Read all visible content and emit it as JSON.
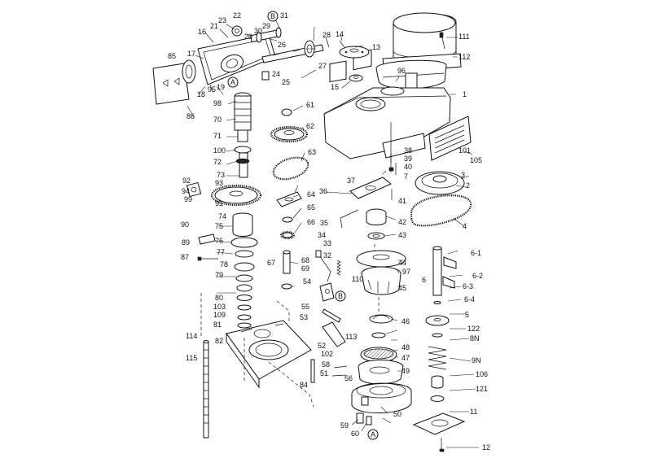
{
  "labels": [
    "1",
    "2",
    "3",
    "4",
    "5",
    "6",
    "6-1",
    "6-2",
    "6-3",
    "6-4",
    "7",
    "8N",
    "9N",
    "11",
    "12",
    "13",
    "14",
    "15",
    "16",
    "17",
    "18",
    "19",
    "20",
    "21",
    "22",
    "23",
    "24",
    "25",
    "26",
    "27",
    "28",
    "29",
    "30",
    "31",
    "32",
    "33",
    "34",
    "35",
    "36",
    "37",
    "38",
    "39",
    "40",
    "41",
    "42",
    "43",
    "44",
    "45",
    "46",
    "47",
    "48",
    "49",
    "50",
    "51",
    "52",
    "53",
    "54",
    "55",
    "56",
    "58",
    "59",
    "60",
    "61",
    "62",
    "63",
    "64",
    "65",
    "66",
    "67",
    "68",
    "69",
    "70",
    "71",
    "72",
    "73",
    "74",
    "75",
    "76",
    "77",
    "78",
    "79",
    "80",
    "81",
    "82",
    "84",
    "85",
    "86",
    "87",
    "89",
    "90",
    "91",
    "92",
    "93",
    "94",
    "95",
    "96",
    "97",
    "98",
    "99",
    "100",
    "101",
    "102",
    "103",
    "105",
    "106",
    "109",
    "110",
    "111",
    "112",
    "113",
    "114",
    "115",
    "121",
    "122"
  ],
  "callouts": {
    "A": "A",
    "B": "B"
  }
}
